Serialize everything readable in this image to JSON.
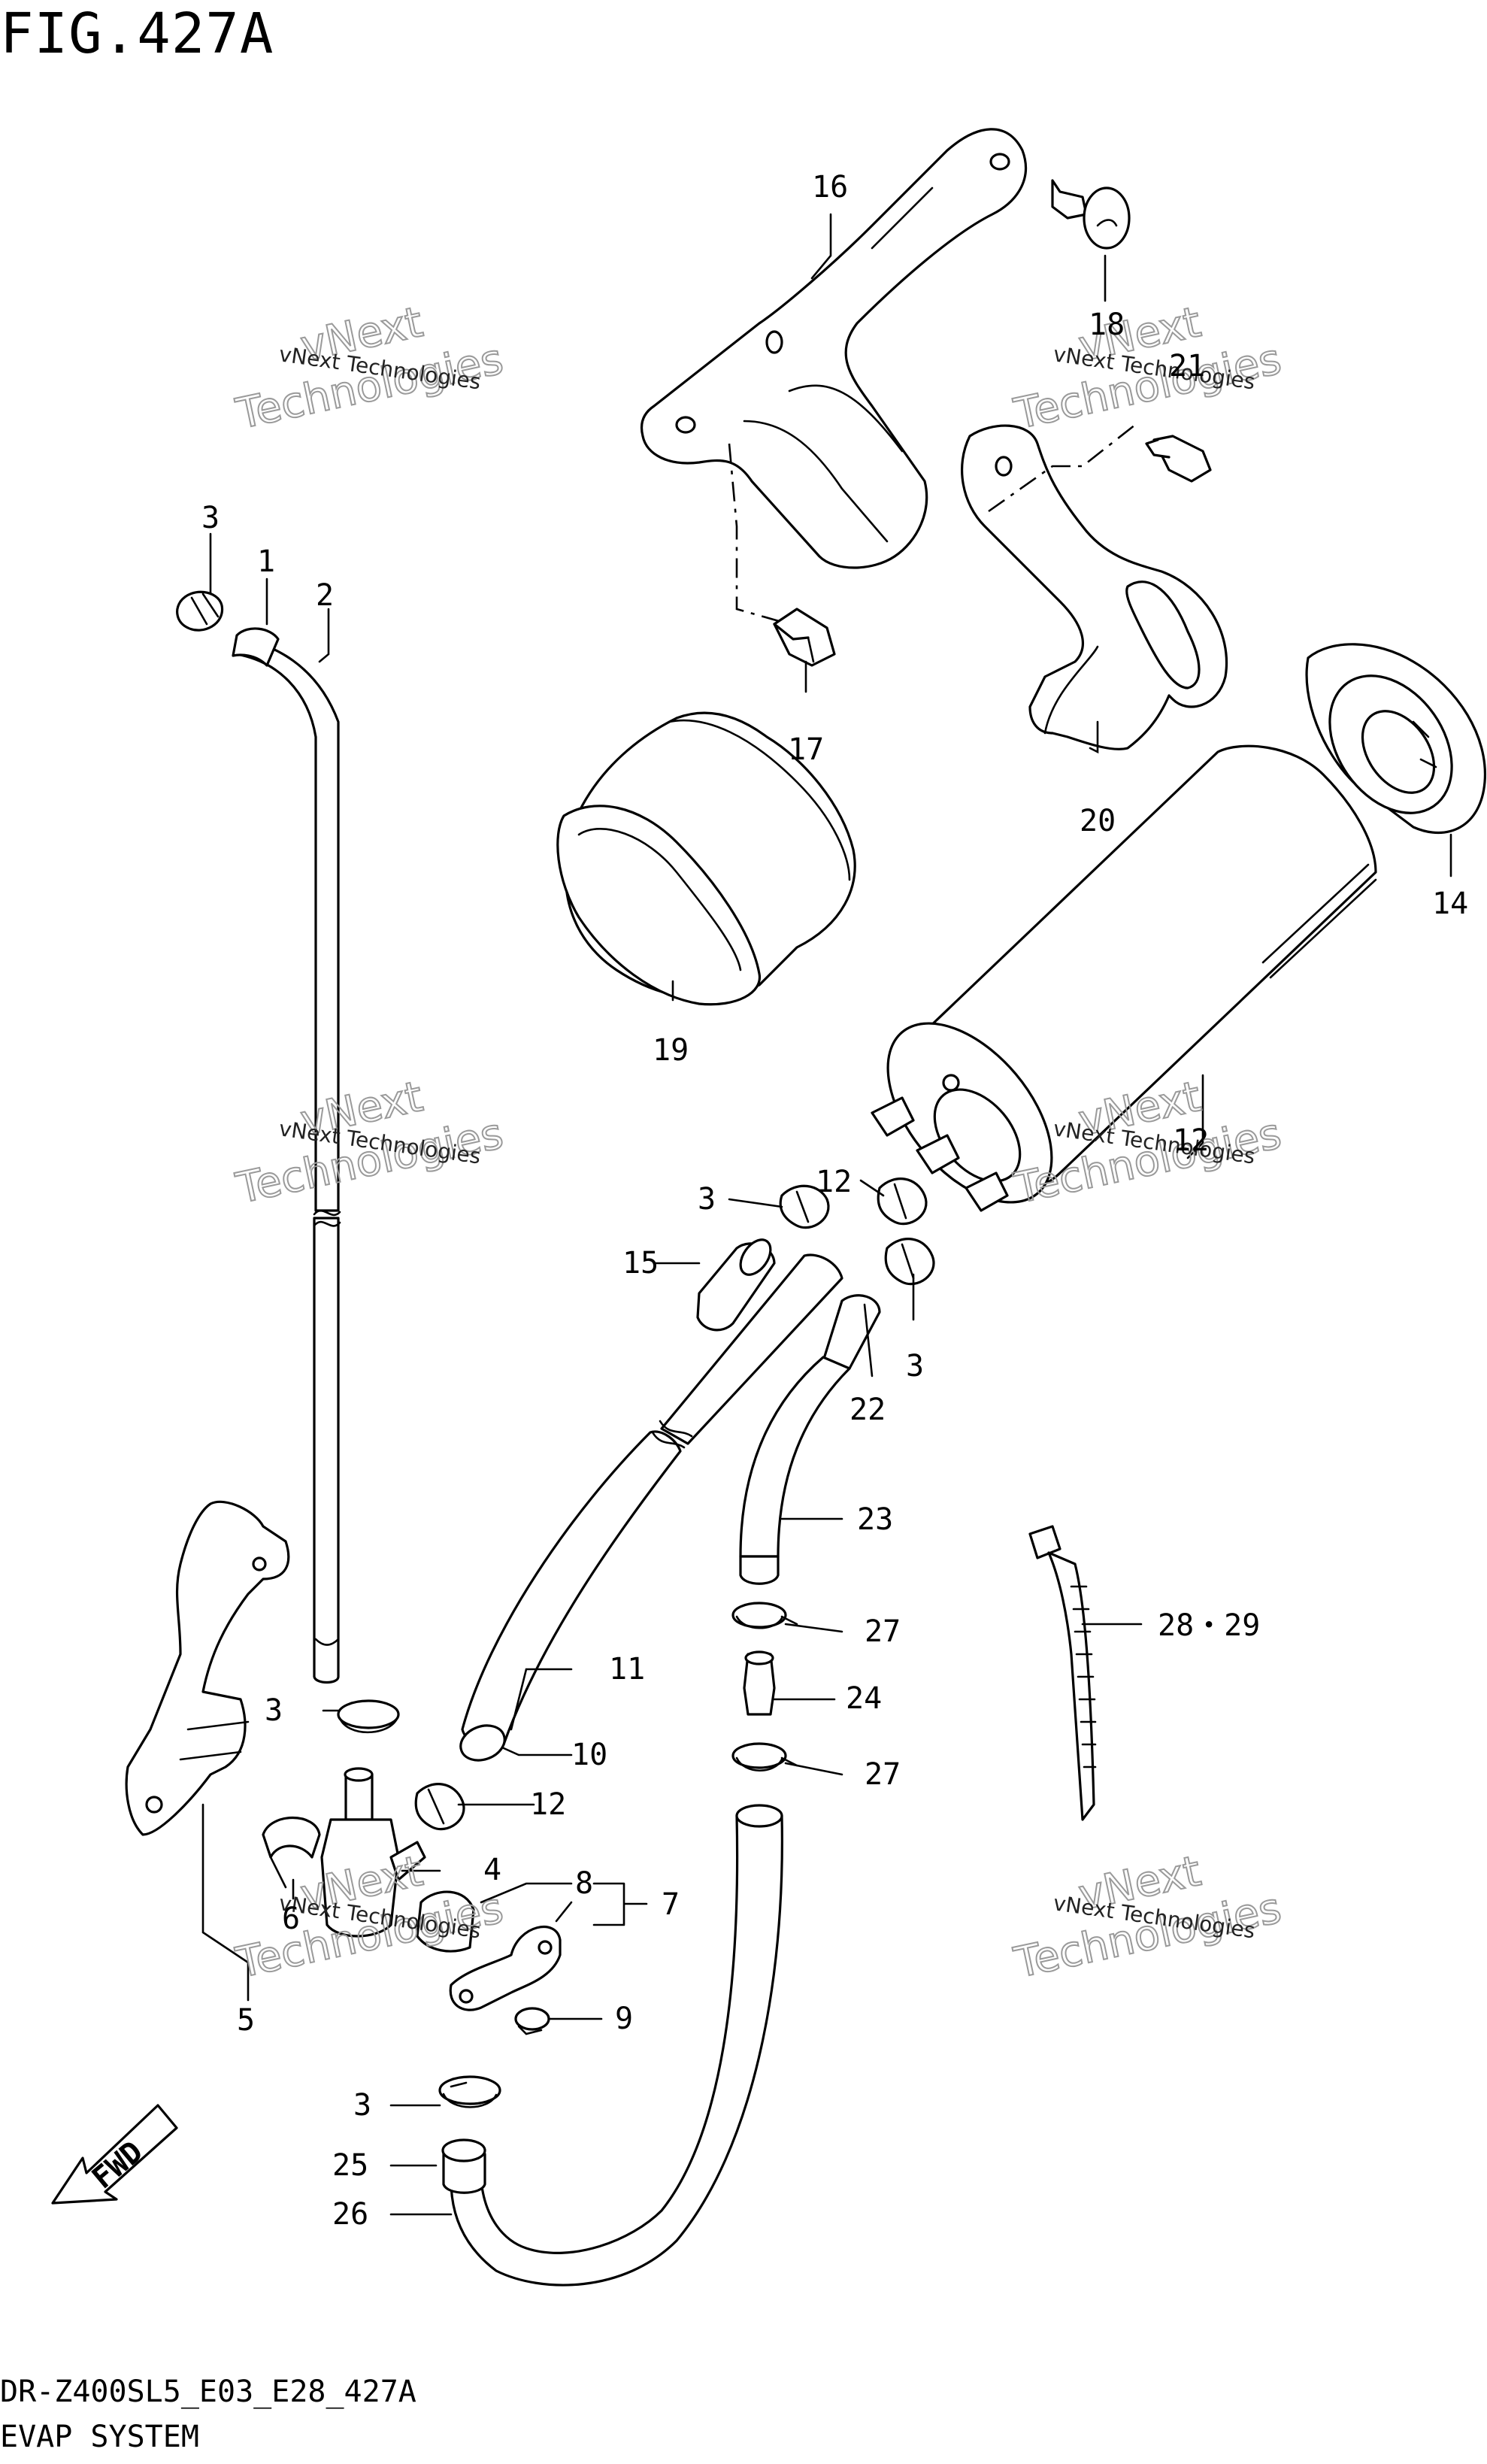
{
  "figure_title": "FIG.427A",
  "footer": {
    "model_code": "DR-Z400SL5_E03_E28_427A",
    "section_name": "EVAP SYSTEM"
  },
  "fwd_label": "FWD",
  "watermark": {
    "line1": "vNext Technologies",
    "line2_top": "vNext",
    "line2_bottom": "Technologies"
  },
  "callouts": {
    "c1": "1",
    "c2": "2",
    "c3a": "3",
    "c3b": "3",
    "c3c": "3",
    "c3d": "3",
    "c3e": "3",
    "c4": "4",
    "c5": "5",
    "c6": "6",
    "c7": "7",
    "c8": "8",
    "c9": "9",
    "c10": "10",
    "c11": "11",
    "c12a": "12",
    "c12b": "12",
    "c12c": "12",
    "c14": "14",
    "c15": "15",
    "c16": "16",
    "c17": "17",
    "c18": "18",
    "c19": "19",
    "c20": "20",
    "c21": "21",
    "c22": "22",
    "c23": "23",
    "c24": "24",
    "c25": "25",
    "c26": "26",
    "c27a": "27",
    "c27b": "27",
    "c28_29": "28・29"
  }
}
